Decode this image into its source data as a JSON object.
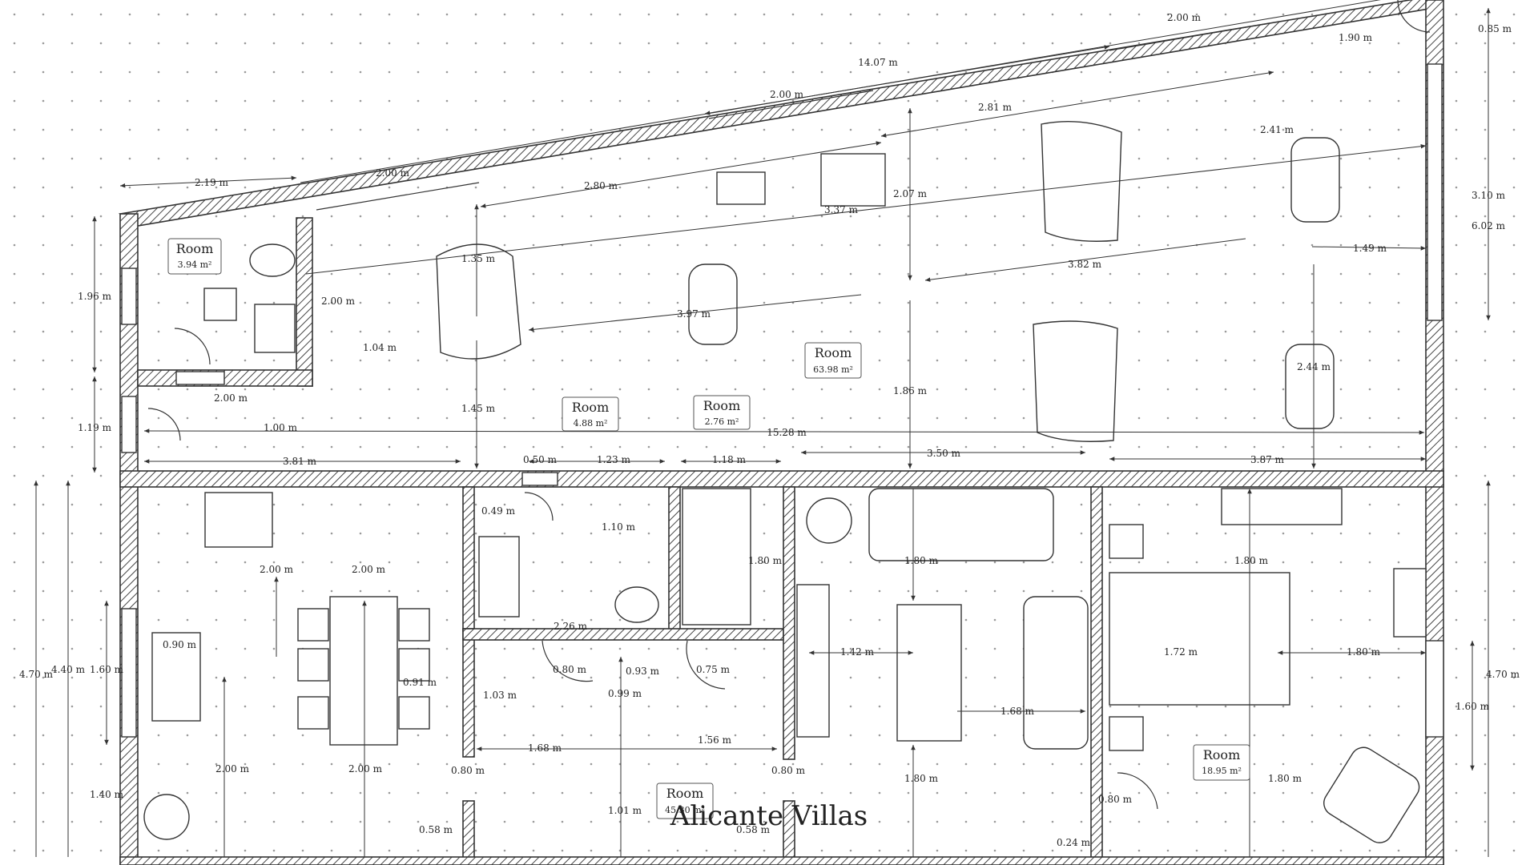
{
  "watermark": "Alicante Villas",
  "rooms": {
    "wc": {
      "name": "Room",
      "area": "3.94 m²"
    },
    "garage": {
      "name": "Room",
      "area": "63.98 m²"
    },
    "hall_a": {
      "name": "Room",
      "area": "4.88 m²"
    },
    "hall_b": {
      "name": "Room",
      "area": "2.76 m²"
    },
    "living": {
      "name": "Room",
      "area": "45.30 m²"
    },
    "bedroom": {
      "name": "Room",
      "area": "18.95 m²"
    }
  },
  "dimensions": {
    "d_top_200a": "2.00 m",
    "d_top_190": "1.90 m",
    "d_085": "0.85 m",
    "d_1407": "14.07 m",
    "d_top_200b": "2.00 m",
    "d_281": "2.81 m",
    "d_241": "2.41 m",
    "d_219": "2.19 m",
    "d_top_200c": "2.00 m",
    "d_280": "2.80 m",
    "d_207": "2.07 m",
    "d_337": "3.37 m",
    "d_310": "3.10 m",
    "d_602": "6.02 m",
    "d_196": "1.96 m",
    "d_wc_200": "2.00 m",
    "d_135": "1.35 m",
    "d_397": "3.97 m",
    "d_382": "3.82 m",
    "d_149": "1.49 m",
    "d_104": "1.04 m",
    "d_244": "2.44 m",
    "d_186": "1.86 m",
    "d_wc_200b": "2.00 m",
    "d_119": "1.19 m",
    "d_100": "1.00 m",
    "d_145": "1.45 m",
    "d_1528": "15.28 m",
    "d_381": "3.81 m",
    "d_050": "0.50 m",
    "d_123": "1.23 m",
    "d_118": "1.18 m",
    "d_350": "3.50 m",
    "d_387": "3.87 m",
    "d_049": "0.49 m",
    "d_110": "1.10 m",
    "d_k_200a": "2.00 m",
    "d_k_200b": "2.00 m",
    "d_180a": "1.80 m",
    "d_180b": "1.80 m",
    "d_180c": "1.80 m",
    "d_470_l": "4.70 m",
    "d_440": "4.40 m",
    "d_160_l": "1.60 m",
    "d_090": "0.90 m",
    "d_226": "2.26 m",
    "d_091": "0.91 m",
    "d_080a": "0.80 m",
    "d_093": "0.93 m",
    "d_075": "0.75 m",
    "d_142": "1.42 m",
    "d_172": "1.72 m",
    "d_180d": "1.80 m",
    "d_470_r": "4.70 m",
    "d_160_r": "1.60 m",
    "d_103": "1.03 m",
    "d_099": "0.99 m",
    "d_168a": "1.68 m",
    "d_168b": "1.68 m",
    "d_156": "1.56 m",
    "d_k_200c": "2.00 m",
    "d_k_200d": "2.00 m",
    "d_140": "1.40 m",
    "d_080b": "0.80 m",
    "d_080c": "0.80 m",
    "d_180e": "1.80 m",
    "d_180f": "1.80 m",
    "d_080d": "0.80 m",
    "d_101": "1.01 m",
    "d_058a": "0.58 m",
    "d_058b": "0.58 m",
    "d_024": "0.24 m"
  }
}
